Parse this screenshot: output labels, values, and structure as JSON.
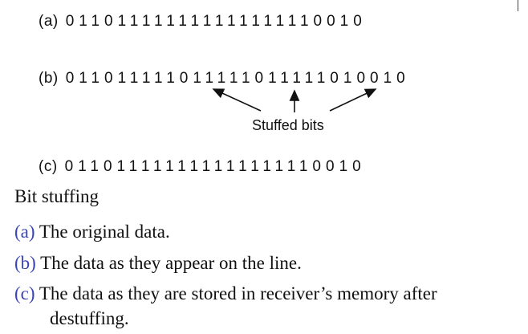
{
  "rows": {
    "a": {
      "label": "(a)",
      "bits": "011011111111111111110010"
    },
    "b": {
      "label": "(b)",
      "bits": "011011111011111011111010010"
    },
    "c": {
      "label": "(c)",
      "bits": "011011111111111111110010"
    }
  },
  "stuffed_label": "Stuffed bits",
  "caption": {
    "title": "Bit stuffing",
    "items": [
      {
        "tag": "(a)",
        "text": " The original data."
      },
      {
        "tag": "(b)",
        "text": " The data as they appear on the line."
      },
      {
        "tag": "(c)",
        "text": " The data as they are stored in receiver’s memory after"
      }
    ],
    "continuation": "destuffing."
  },
  "colors": {
    "caption_tag": "#3b45b5",
    "text": "#111111"
  }
}
